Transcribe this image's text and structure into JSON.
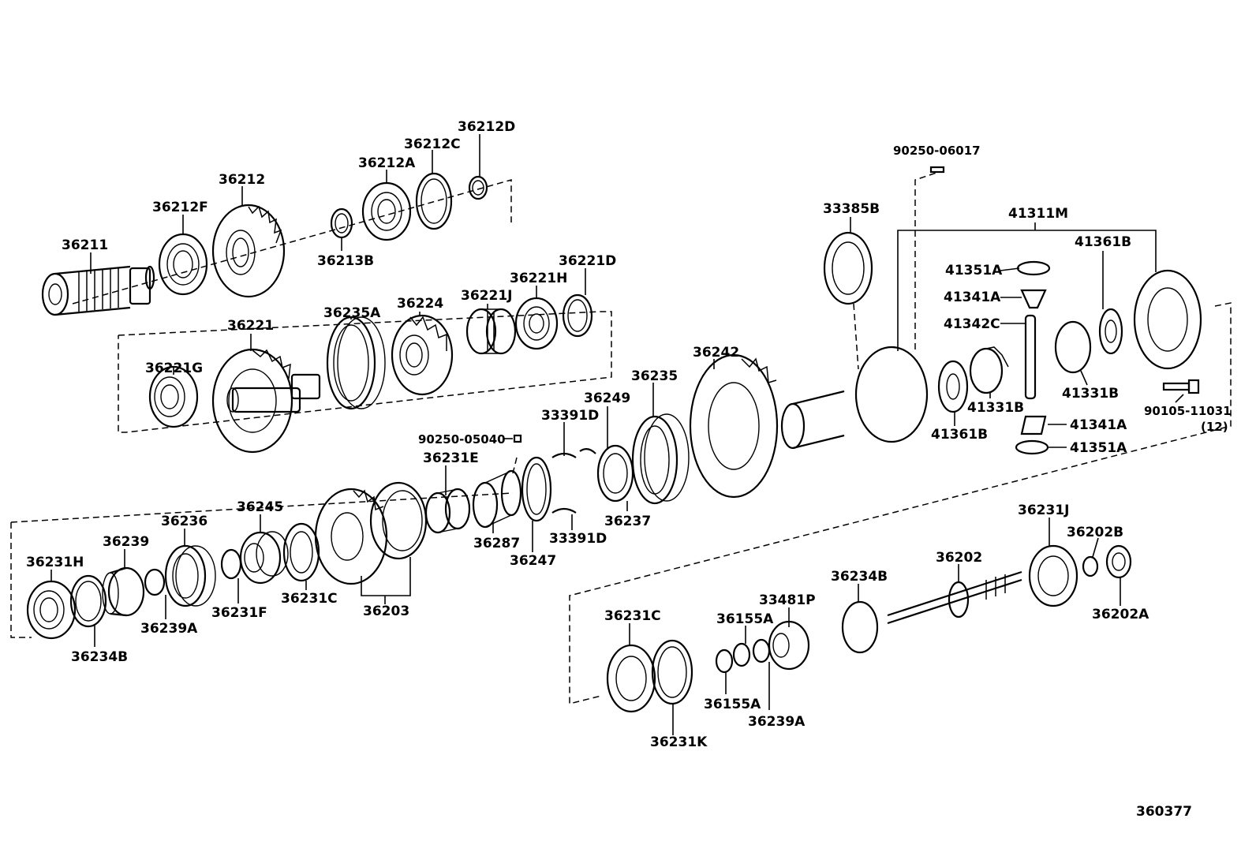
{
  "diagram": {
    "code": "360377",
    "labels": {
      "p36211": "36211",
      "p36212F": "36212F",
      "p36212": "36212",
      "p36213B": "36213B",
      "p36212A": "36212A",
      "p36212C": "36212C",
      "p36212D": "36212D",
      "p36221G": "36221G",
      "p36221": "36221",
      "p36235A": "36235A",
      "p36224": "36224",
      "p36221J": "36221J",
      "p36221H": "36221H",
      "p36221D": "36221D",
      "p90250_05040": "90250-05040",
      "p36231E": "36231E",
      "p33391D_top": "33391D",
      "p36249": "36249",
      "p36235": "36235",
      "p36242": "36242",
      "p36237": "36237",
      "p33391D_bot": "33391D",
      "p36287": "36287",
      "p36247": "36247",
      "p36231H": "36231H",
      "p36239": "36239",
      "p36236": "36236",
      "p36245": "36245",
      "p36234B_left": "36234B",
      "p36239A_left": "36239A",
      "p36231F": "36231F",
      "p36231C_left": "36231C",
      "p36203": "36203",
      "p90250_06017": "90250-06017",
      "p33385B": "33385B",
      "p41311M": "41311M",
      "p41351A_top": "41351A",
      "p41341A_top": "41341A",
      "p41342C": "41342C",
      "p41361B_top": "41361B",
      "p41331B_right": "41331B",
      "p41331B_left": "41331B",
      "p41361B_bot": "41361B",
      "p41341A_bot": "41341A",
      "p41351A_bot": "41351A",
      "p90105_11031": "90105-11031",
      "p_qty12": "(12)",
      "p36231J": "36231J",
      "p36202B": "36202B",
      "p36202": "36202",
      "p36202A": "36202A",
      "p36234B_right": "36234B",
      "p33481P": "33481P",
      "p36155A_top": "36155A",
      "p36155A_bot": "36155A",
      "p36239A_right": "36239A",
      "p36231C_right": "36231C",
      "p36231K": "36231K"
    }
  }
}
